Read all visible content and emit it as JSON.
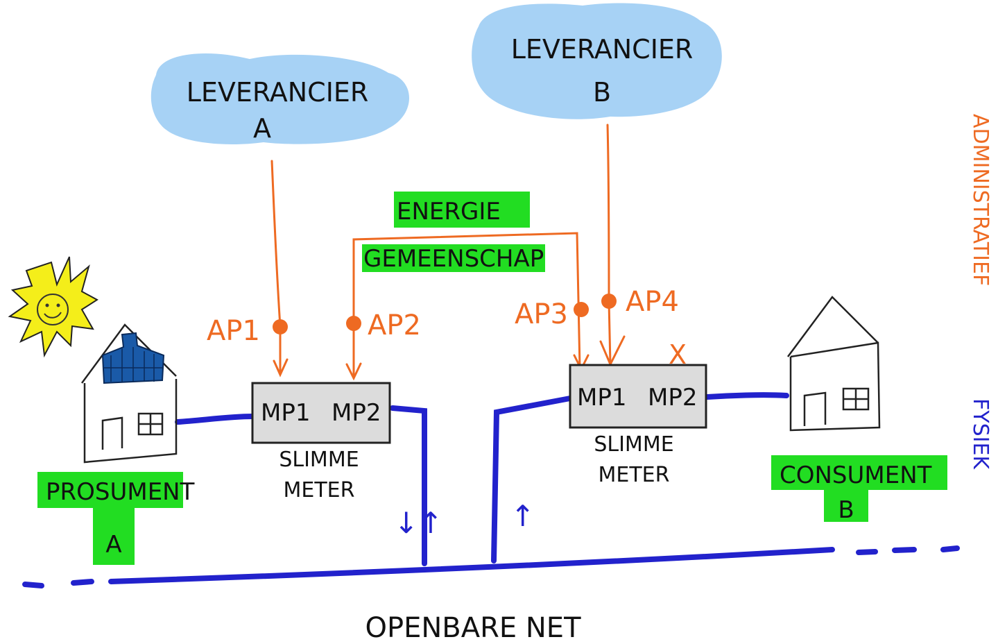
{
  "suppliers": {
    "a": {
      "line1": "LEVERANCIER",
      "line2": "A"
    },
    "b": {
      "line1": "LEVERANCIER",
      "line2": "B"
    }
  },
  "community": {
    "line1": "ENERGIE",
    "line2": "GEMEENSCHAP"
  },
  "access_points": {
    "ap1": "AP1",
    "ap2": "AP2",
    "ap3": "AP3",
    "ap4": "AP4"
  },
  "meter_a": {
    "mp1": "MP1",
    "mp2": "MP2",
    "label1": "SLIMME",
    "label2": "METER"
  },
  "meter_b": {
    "mp1": "MP1",
    "mp2": "MP2",
    "label1": "SLIMME",
    "label2": "METER",
    "mark": "X"
  },
  "prosumer": {
    "line1": "PROSUMENT",
    "line2": "A"
  },
  "consumer": {
    "line1": "CONSUMENT",
    "line2": "B"
  },
  "flow_arrows": {
    "bidirectional": "↓↑",
    "up": "↑"
  },
  "side_labels": {
    "admin": "ADMINISTRATIEF",
    "physical": "FYSIEK"
  },
  "grid_label": "OPENBARE NET",
  "colors": {
    "cloud": "#a7d2f5",
    "admin_orange": "#ee6a22",
    "grid_blue": "#2222cc",
    "highlight_green": "#22dd22",
    "meter_gray": "#dcdcdc",
    "sun_yellow": "#f4ee1a",
    "solar_blue": "#1a5aa8"
  },
  "icons": [
    "sun-icon",
    "house-icon",
    "solar-panel-icon",
    "cloud-icon"
  ]
}
